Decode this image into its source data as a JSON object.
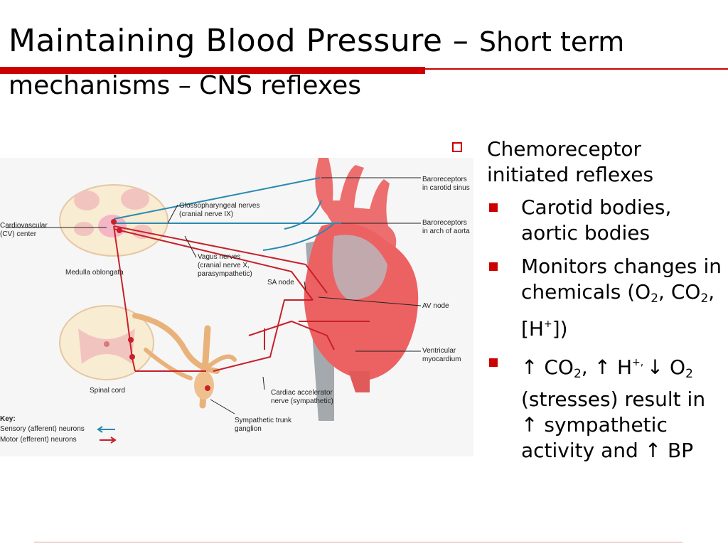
{
  "title": {
    "main": "Maintaining  Blood Pressure – ",
    "sub": "Short term",
    "line2": "mechanisms – CNS reflexes"
  },
  "bullets": {
    "b1": "Chemoreceptor initiated reflexes",
    "b2": "Carotid bodies, aortic bodies",
    "b3_text1": "Monitors changes in chemicals (O",
    "b3_sub1": "2",
    "b3_text2": ", CO",
    "b3_sub2": "2",
    "b3_text3": ", [H",
    "b3_sup1": "+",
    "b3_text4": "])",
    "b4_arrow1": "↑",
    "b4_text1": " CO",
    "b4_sub1": "2",
    "b4_text2": ", ",
    "b4_arrow2": "↑",
    "b4_text3": " H",
    "b4_sup1": "+, ",
    "b4_arrow3": "↓",
    "b4_text4": " O",
    "b4_sub2": "2",
    "b4_text5": " (stresses) result in ",
    "b4_arrow4": "↑",
    "b4_text6": " sympathetic activity and ",
    "b4_arrow5": "↑",
    "b4_text7": " BP"
  },
  "diagram": {
    "baro_sinus_1": "Baroreceptors",
    "baro_sinus_2": "in carotid sinus",
    "glosso_1": "Glossopharyngeal nerves",
    "glosso_2": "(cranial nerve IX)",
    "baro_aorta_1": "Baroreceptors",
    "baro_aorta_2": "in arch of aorta",
    "cv_1": "Cardiovascular",
    "cv_2": "(CV) center",
    "vagus_1": "Vagus nerves",
    "vagus_2": "(cranial nerve X,",
    "vagus_3": "parasympathetic)",
    "medulla": "Medulla oblongata",
    "sa_node": "SA node",
    "av_node": "AV node",
    "ventricular_1": "Ventricular",
    "ventricular_2": "myocardium",
    "spinal_cord": "Spinal cord",
    "accelerator_1": "Cardiac accelerator",
    "accelerator_2": "nerve (sympathetic)",
    "ganglion_1": "Sympathetic trunk",
    "ganglion_2": "ganglion",
    "key_title": "Key:",
    "key_sensory": "Sensory (afferent) neurons",
    "key_motor": "Motor (efferent) neurons"
  },
  "colors": {
    "accent_red": "#cc0000",
    "sensory_blue": "#2a8ab0",
    "motor_red": "#c8202a"
  }
}
